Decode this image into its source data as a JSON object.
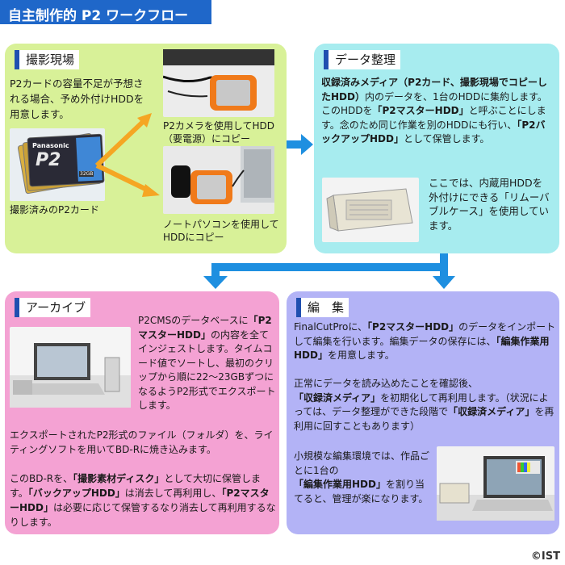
{
  "title": "自主制作的 P2 ワークフロー",
  "shooting": {
    "header": "撮影現場",
    "note": "P2カードの容量不足が予想される場合、予め外付けHDDを用意します。",
    "card_caption": "撮影済みのP2カード",
    "camera_caption": "P2カメラを使用してHDD（要電源）にコピー",
    "laptop_caption": "ノートパソコンを使用してHDDにコピー",
    "card_brand": "Panasonic",
    "card_logo": "P2",
    "card_size": "32GB"
  },
  "data_org": {
    "header": "データ整理",
    "p1": [
      {
        "t": "収録済みメディア（P2カード、撮影現場でコピーしたHDD）",
        "b": true
      },
      {
        "t": "内のデータを、1台のHDDに集約します。このHDDを",
        "b": false
      },
      {
        "t": "「P2マスターHDD」",
        "b": true
      },
      {
        "t": "と呼ぶことにします。念のため同じ作業を別のHDDにも行い、",
        "b": false
      },
      {
        "t": "「P2バックアップHDD」",
        "b": true
      },
      {
        "t": "として保管します。",
        "b": false
      }
    ],
    "p2": "ここでは、内蔵用HDDを外付けにできる「リムーバブルケース」を使用しています。"
  },
  "archive": {
    "header": "アーカイブ",
    "p1": [
      {
        "t": "P2CMSのデータベースに",
        "b": false
      },
      {
        "t": "「P2マスターHDD」",
        "b": true
      },
      {
        "t": "の内容を全てインジェストします。タイムコード値でソートし、最初のクリップから順に22〜23GBずつになるようP2形式でエクスポートします。",
        "b": false
      }
    ],
    "p2": "エクスポートされたP2形式のファイル（フォルダ）を、ライティングソフトを用いてBD-Rに焼き込みます。",
    "p3": [
      {
        "t": "このBD-Rを、",
        "b": false
      },
      {
        "t": "「撮影素材ディスク」",
        "b": true
      },
      {
        "t": "として大切に保管します。",
        "b": false
      },
      {
        "t": "「バックアップHDD」",
        "b": true
      },
      {
        "t": "は消去して再利用し、",
        "b": false
      },
      {
        "t": "「P2マスターHDD」",
        "b": true
      },
      {
        "t": "は必要に応じて保管するなり消去して再利用するなりします。",
        "b": false
      }
    ]
  },
  "edit": {
    "header": "編　集",
    "p1": [
      {
        "t": "FinalCutProに、",
        "b": false
      },
      {
        "t": "「P2マスターHDD」",
        "b": true
      },
      {
        "t": "のデータをインポートして編集を行います。編集データの保存には、",
        "b": false
      },
      {
        "t": "「編集作業用HDD」",
        "b": true
      },
      {
        "t": "を用意します。",
        "b": false
      }
    ],
    "p2": [
      {
        "t": "正常にデータを読み込めたことを確認後、",
        "b": false
      },
      {
        "t": "「収録済メディア」",
        "b": true
      },
      {
        "t": "を初期化して再利用します。（状況によっては、データ整理ができた段階で",
        "b": false
      },
      {
        "t": "「収録済メディア」",
        "b": true
      },
      {
        "t": "を再利用に回すこともあります）",
        "b": false
      }
    ],
    "p3": [
      {
        "t": "小規模な編集環境では、作品ごとに1台の",
        "b": false
      },
      {
        "t": "「編集作業用HDD」",
        "b": true
      },
      {
        "t": "を割り当てると、管理が楽になります。",
        "b": false
      }
    ]
  },
  "copyright": "©IST",
  "colors": {
    "title_bg": "#1f67c9",
    "shoot": "#d8f198",
    "data": "#a7ecef",
    "archive": "#f4a2d3",
    "edit": "#b3b3f6",
    "arrow_blue": "#1e8fe0",
    "arrow_orange": "#f5a623"
  }
}
